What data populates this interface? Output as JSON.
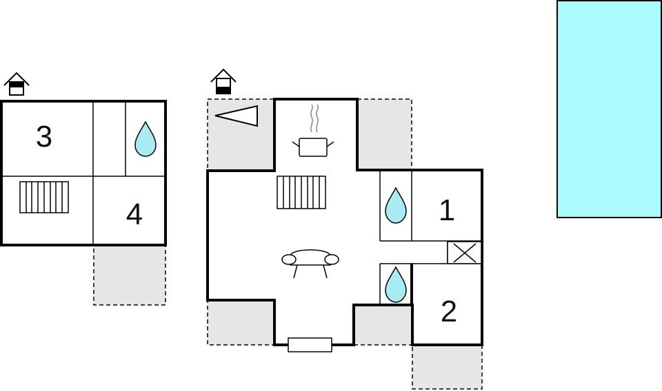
{
  "rooms": {
    "room_3": "3",
    "room_4": "4",
    "room_1": "1",
    "room_2": "2"
  },
  "icons": {
    "floor_level": "house-floor-level-icon",
    "bathroom": "water-drop-icon",
    "kitchen": "cooking-pot-icon",
    "stairs": "stairs-icon",
    "living": "sofa-icon",
    "fireplace": "fireplace-icon",
    "skylight": "skylight-icon",
    "closet": "closet-x-icon",
    "window": "window-icon"
  },
  "colors": {
    "pool": "#abfbfd",
    "water_drop": "#a8ecf2",
    "terrace": "#e6e6e6",
    "wall": "#000000"
  }
}
